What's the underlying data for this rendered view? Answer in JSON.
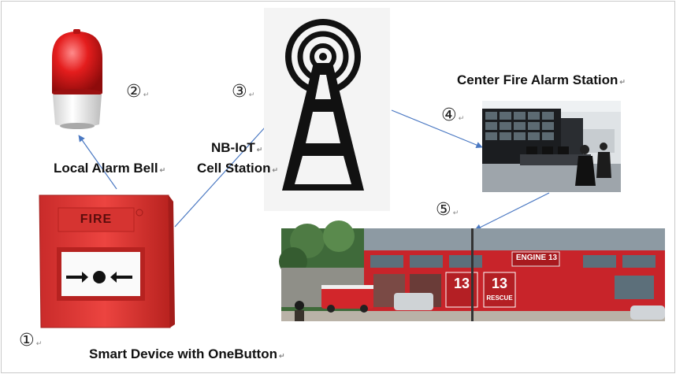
{
  "diagram": {
    "nodes": {
      "bell": {
        "label": "Local Alarm Bell",
        "number": "②"
      },
      "station": {
        "label_line1": "NB-IoT",
        "label_line2": "Cell Station",
        "number": "③"
      },
      "center": {
        "label": "Center Fire Alarm Station",
        "number": "④"
      },
      "firehouse": {
        "number": "⑤",
        "sign_text": "ENGINE 13",
        "door_number_1": "13",
        "door_number_2": "13",
        "door_text_2": "RESCUE"
      },
      "device": {
        "label": "Smart Device with OneButton",
        "number": "①",
        "sign_text": "FIRE"
      }
    },
    "edges": [
      {
        "from": "device",
        "to": "bell"
      },
      {
        "from": "device",
        "to": "station"
      },
      {
        "from": "station",
        "to": "center"
      },
      {
        "from": "center",
        "to": "firehouse"
      }
    ],
    "colors": {
      "arrow": "#4a78c2",
      "device_red": "#e03a37",
      "bell_red": "#e41d1d",
      "building_red": "#c8242a"
    },
    "paragraph_mark": "↵"
  }
}
